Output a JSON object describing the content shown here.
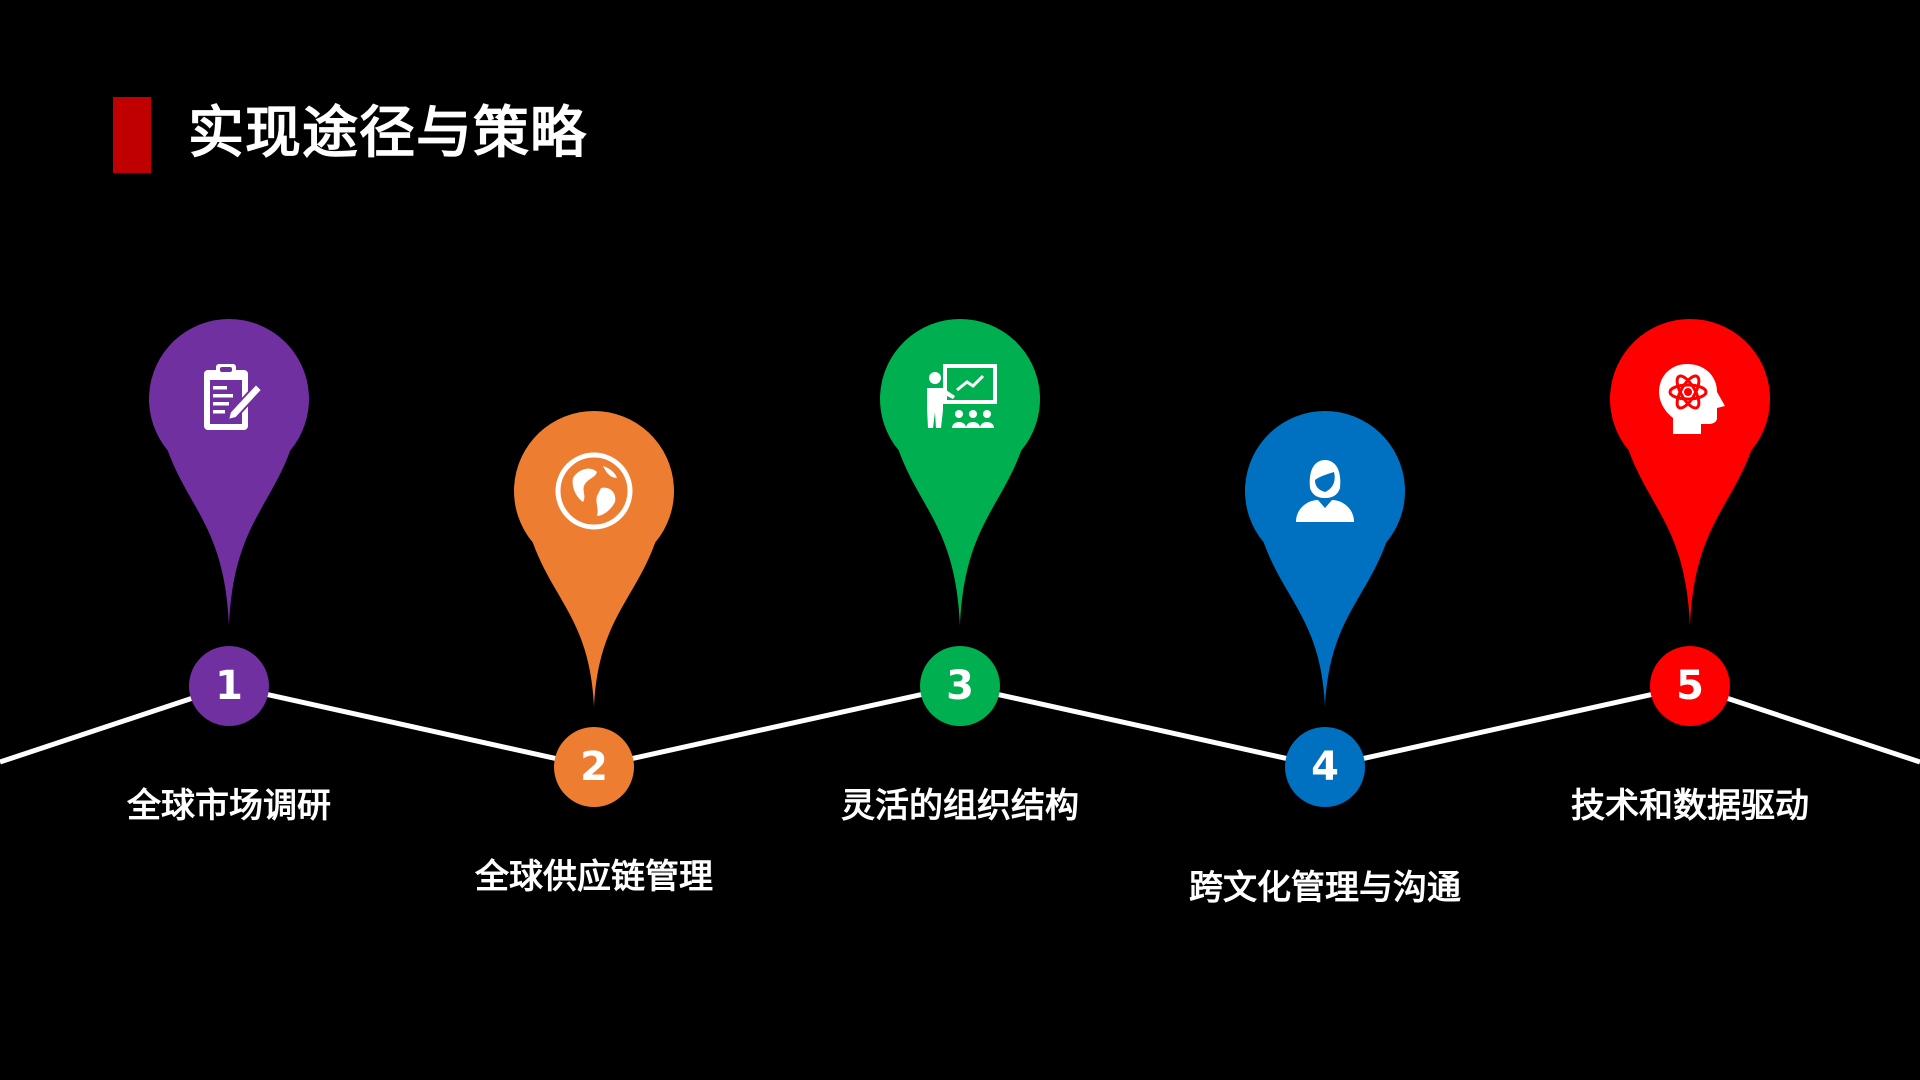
{
  "title": "实现途径与策略",
  "colors": {
    "accent": "#c00000",
    "background": "#000000",
    "line": "#ffffff"
  },
  "steps": [
    {
      "number": "1",
      "label": "全球市场调研",
      "color": "#7030a0",
      "icon": "clipboard-edit-icon"
    },
    {
      "number": "2",
      "label": "全球供应链管理",
      "color": "#ed7d31",
      "icon": "globe-icon"
    },
    {
      "number": "3",
      "label": "灵活的组织结构",
      "color": "#00b050",
      "icon": "teacher-presentation-icon"
    },
    {
      "number": "4",
      "label": "跨文化管理与沟通",
      "color": "#0070c0",
      "icon": "woman-user-icon"
    },
    {
      "number": "5",
      "label": "技术和数据驱动",
      "color": "#ff0000",
      "icon": "brain-atom-icon"
    }
  ]
}
